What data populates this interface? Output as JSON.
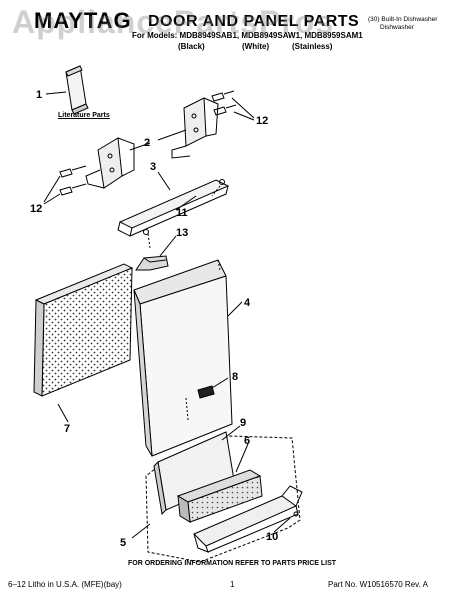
{
  "header": {
    "brand": "MAYTAG",
    "title": "DOOR AND PANEL PARTS",
    "models_line": "For Models: MDB8949SAB1, MDB8949SAW1, MDB8959SAM1",
    "variants": [
      "(Black)",
      "(White)",
      "(Stainless)"
    ],
    "product_line1": "(30) Built-In Dishwasher",
    "product_line2": "Dishwasher"
  },
  "watermark": "AppliancePartsPros",
  "labels": {
    "literature_parts": "Literature Parts"
  },
  "callouts": [
    "1",
    "2",
    "3",
    "4",
    "5",
    "6",
    "7",
    "8",
    "9",
    "10",
    "11",
    "12",
    "12",
    "13"
  ],
  "footer": {
    "note": "FOR ORDERING INFORMATION REFER TO PARTS PRICE LIST",
    "left": "6–12 Litho in U.S.A. (MFE)(bay)",
    "center": "1",
    "right": "Part No. W10516570 Rev. A"
  },
  "colors": {
    "line": "#000000",
    "watermark": "#9a9a9a"
  }
}
